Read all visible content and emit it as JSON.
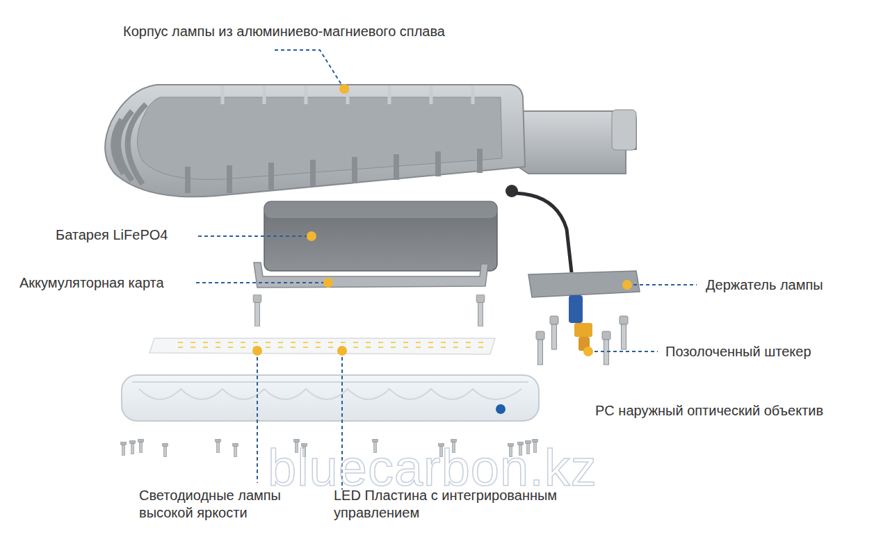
{
  "diagram": {
    "labels": [
      "Корпус лампы из алюминиево-магниевого сплава",
      "Батарея LiFePO4",
      "Аккумуляторная карта",
      "Держатель лампы",
      "Позолоченный штекер",
      "PC наружный оптический объектив",
      "Светодиодные лампы высокой яркости",
      "LED Пластина с интегрированным управлением",
      "bluecarbon.kz"
    ]
  }
}
